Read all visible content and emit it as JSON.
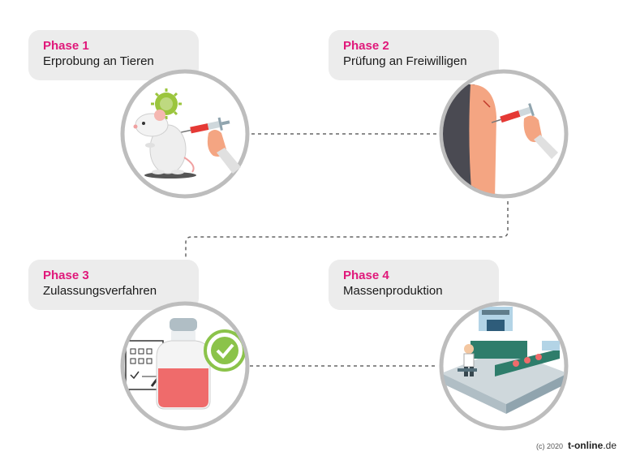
{
  "phases": [
    {
      "title": "Phase 1",
      "desc": "Erprobung an Tieren",
      "icon": "mouse-injection-icon"
    },
    {
      "title": "Phase 2",
      "desc": "Prüfung an Freiwilligen",
      "icon": "arm-injection-icon"
    },
    {
      "title": "Phase 3",
      "desc": "Zulassungsverfahren",
      "icon": "approval-vial-icon"
    },
    {
      "title": "Phase 4",
      "desc": "Massenproduktion",
      "icon": "factory-production-icon"
    }
  ],
  "footer": {
    "copyright": "(c) 2020",
    "brand": "t-online",
    "brand_tld": ".de"
  },
  "colors": {
    "accent": "#e0187a",
    "box": "#ececec",
    "circle_border": "#bdbdbd",
    "connector": "#666666"
  }
}
